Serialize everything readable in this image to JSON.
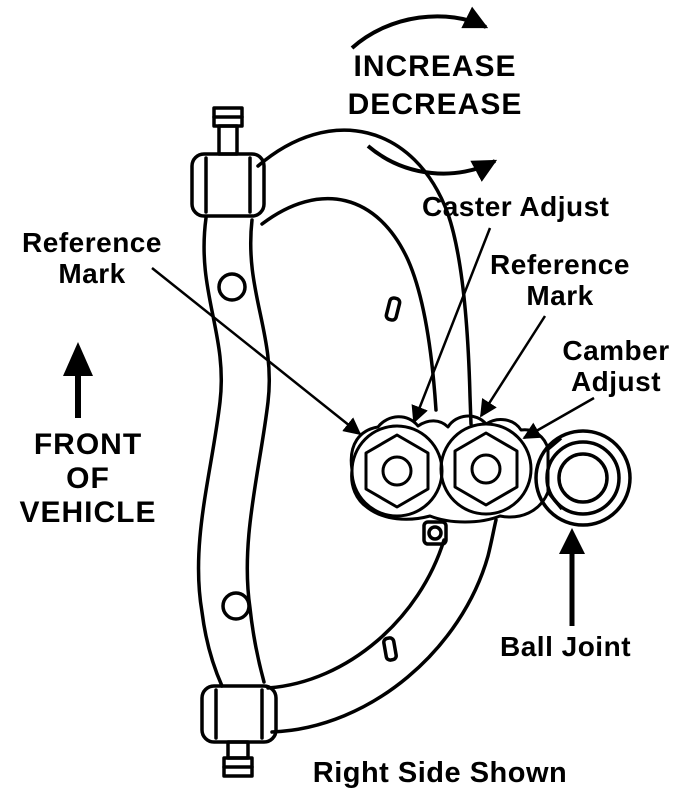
{
  "diagram": {
    "caption": "Right Side Shown",
    "arrow_labels": {
      "increase": "INCREASE",
      "decrease": "DECREASE"
    },
    "labels": {
      "caster_adjust": "Caster Adjust",
      "reference_mark_left": {
        "line1": "Reference",
        "line2": "Mark"
      },
      "reference_mark_right": {
        "line1": "Reference",
        "line2": "Mark"
      },
      "camber_adjust": {
        "line1": "Camber",
        "line2": "Adjust"
      },
      "front_of_vehicle": {
        "line1": "FRONT",
        "line2": "OF",
        "line3": "VEHICLE"
      },
      "ball_joint": "Ball Joint"
    },
    "colors": {
      "ink": "#000000",
      "background": "#ffffff"
    }
  }
}
